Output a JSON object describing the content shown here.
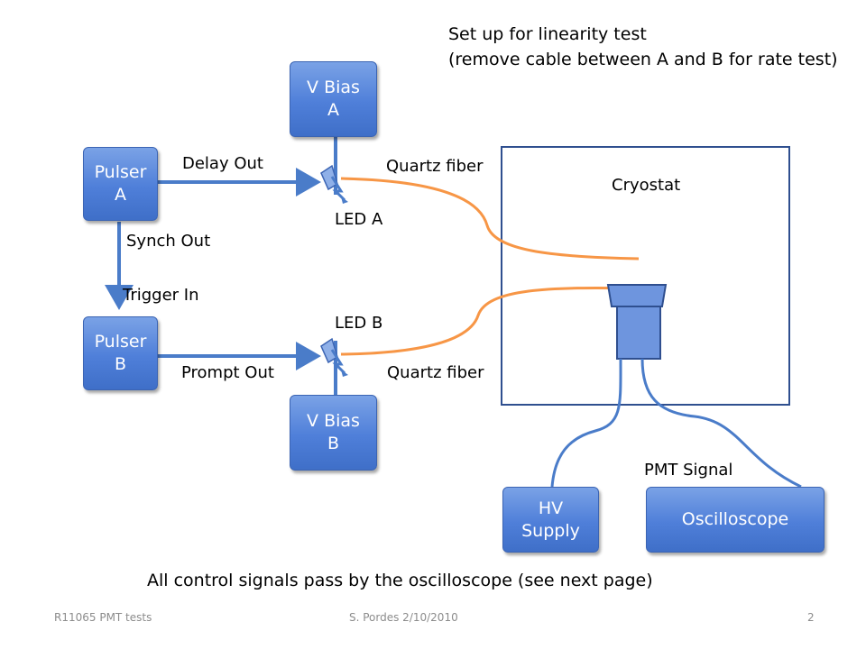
{
  "title": {
    "line1": "Set up for linearity test",
    "line2": "(remove cable between A and B for rate test)"
  },
  "nodes": {
    "vbias_a": "V Bias\nA",
    "vbias_b": "V Bias\nB",
    "pulser_a": "Pulser\nA",
    "pulser_b": "Pulser\nB",
    "hv_supply": "HV\nSupply",
    "oscilloscope": "Oscilloscope"
  },
  "labels": {
    "delay_out": "Delay Out",
    "synch_out": "Synch Out",
    "trigger_in": "Trigger In",
    "prompt_out": "Prompt Out",
    "led_a": "LED A",
    "led_b": "LED B",
    "quartz_fiber_top": "Quartz fiber",
    "quartz_fiber_bottom": "Quartz fiber",
    "cryostat": "Cryostat",
    "pmt_signal": "PMT Signal"
  },
  "note": "All control signals pass by the oscilloscope (see next page)",
  "footer": {
    "left": "R11065 PMT tests",
    "center": "S. Pordes 2/10/2010",
    "page": "2"
  },
  "colors": {
    "box_fill": "#4f7fd9",
    "connector": "#4a7cc9",
    "fiber": "#f79646",
    "cryostat_border": "#2f4f8f"
  }
}
